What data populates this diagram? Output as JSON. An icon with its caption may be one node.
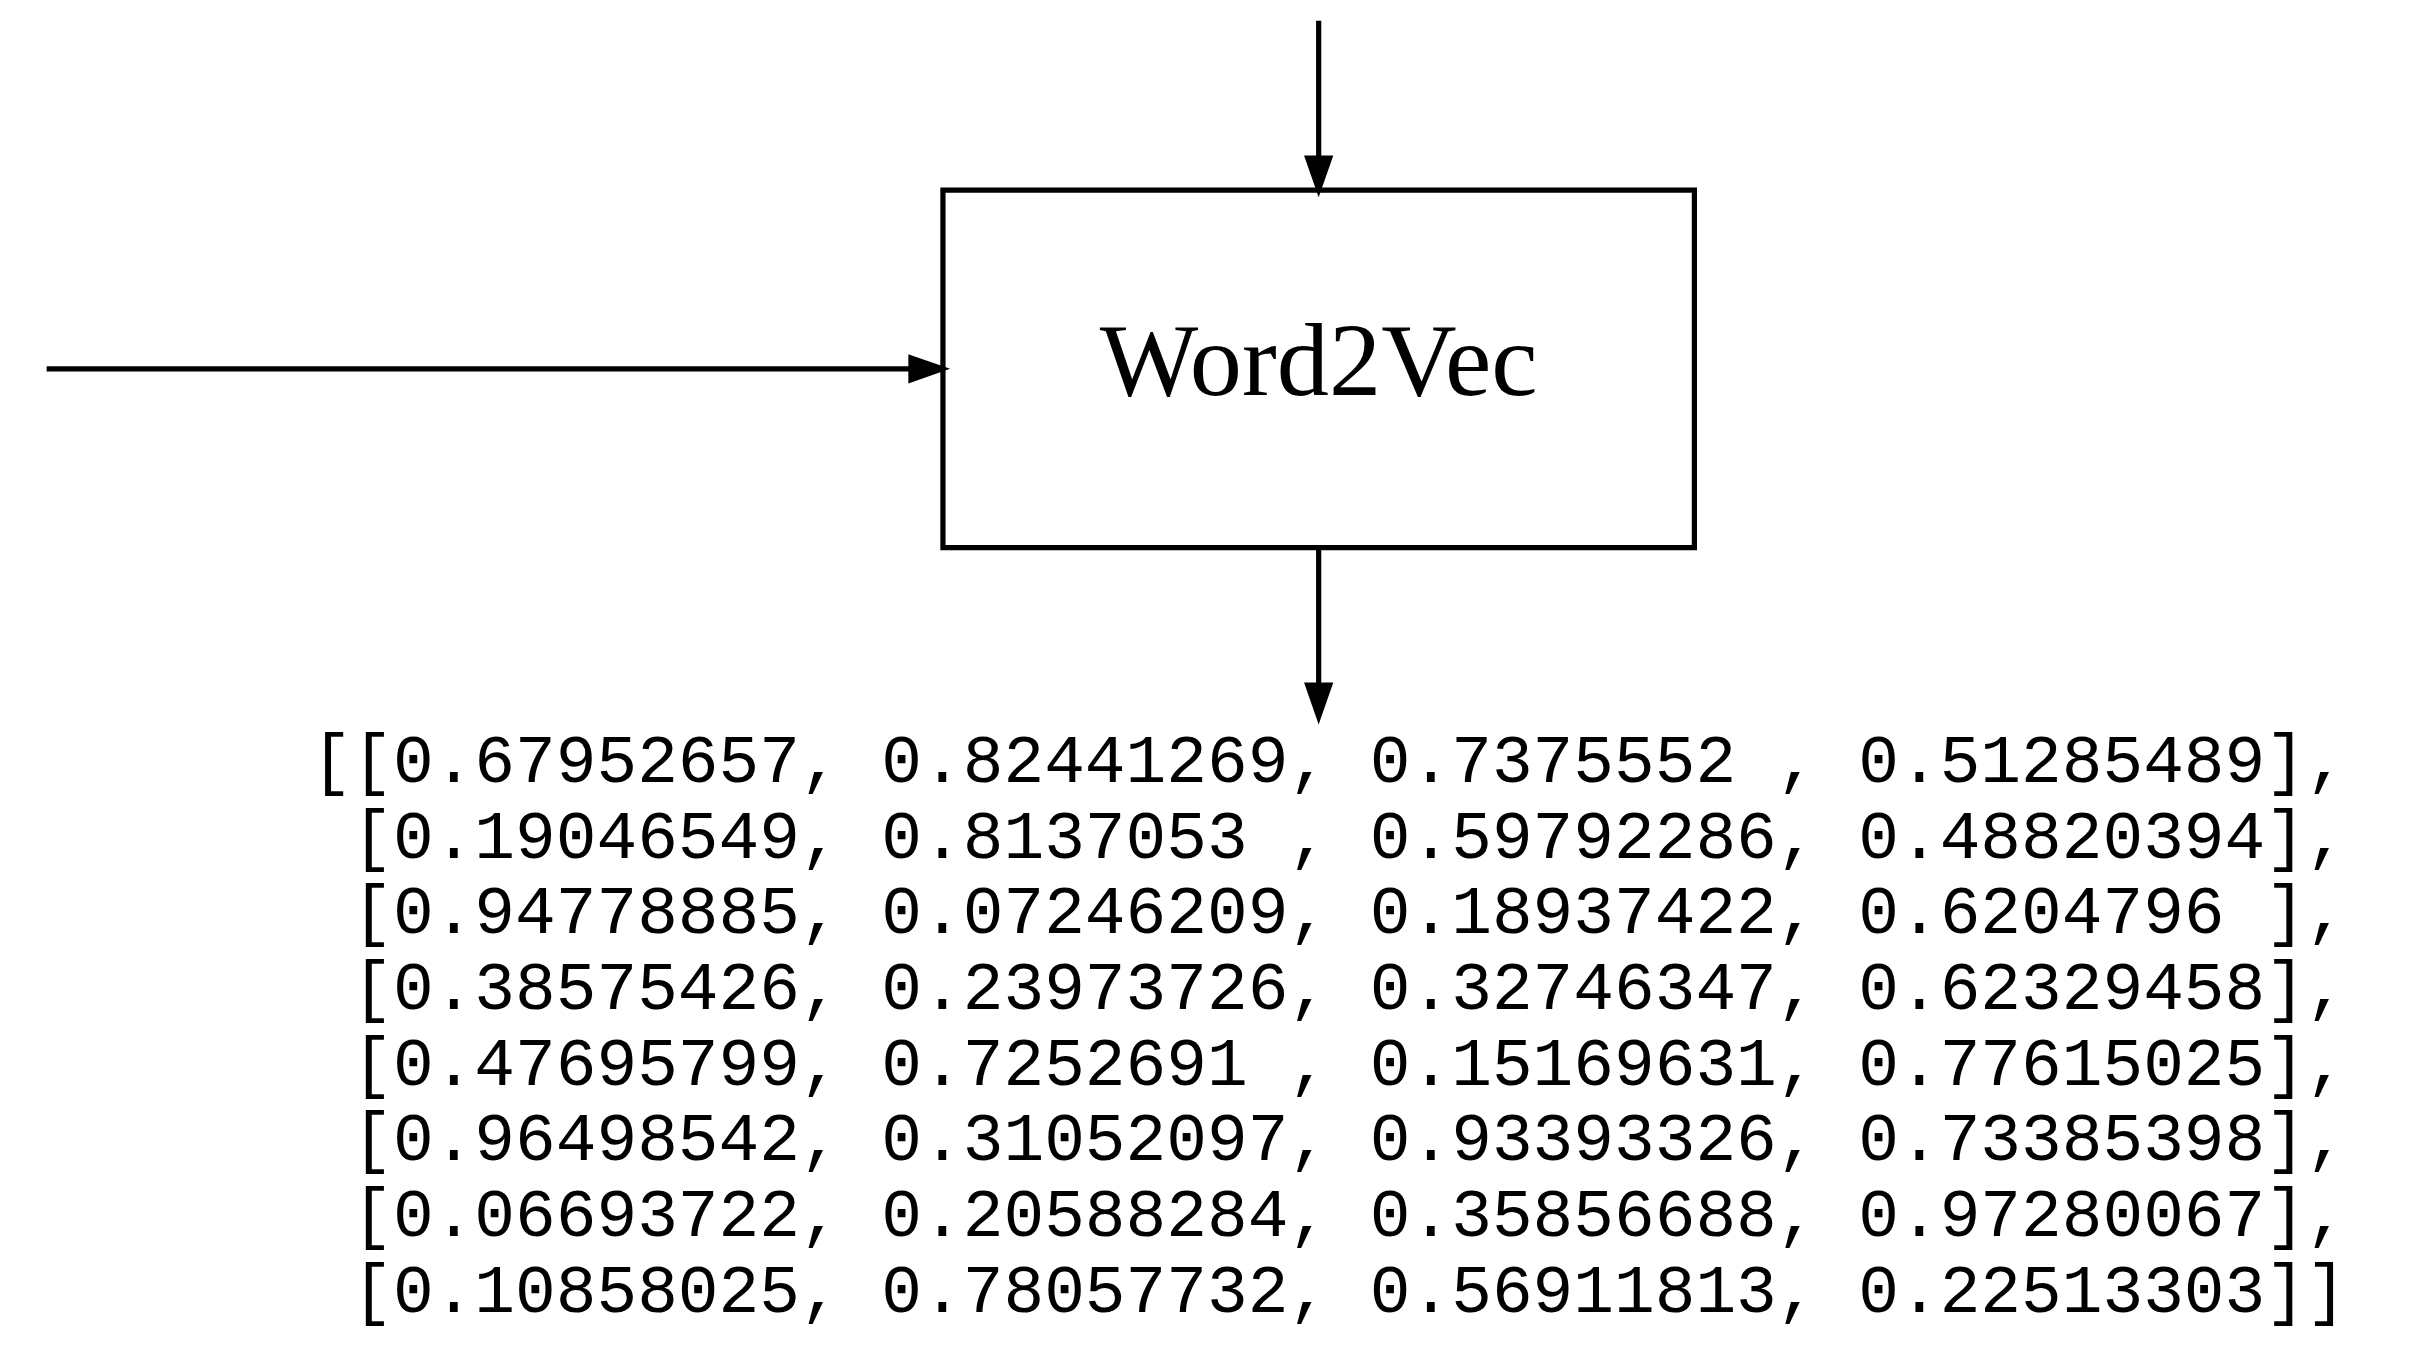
{
  "diagram": {
    "nodes": [
      {
        "text": [
          "Word2Vec"
        ]
      },
      {
        "text": [
          "[[0.67952657, 0.82441269, 0.7375552 , 0.51285489],",
          "[0.19046549, 0.8137053 , 0.59792286, 0.48820394],",
          "[0.94778885, 0.07246209, 0.18937422, 0.6204796 ],",
          "[0.38575426, 0.23973726, 0.32746347, 0.62329458],",
          "[0.47695799, 0.7252691 , 0.15169631, 0.77615025],",
          "[0.96498542, 0.31052097, 0.93393326, 0.73385398],",
          "[0.06693722, 0.20588284, 0.35856688, 0.97280067],",
          "[0.10858025, 0.78057732, 0.56911813, 0.22513303]]"
        ]
      }
    ],
    "edges": [
      {
        "from": null,
        "to": 0,
        "arrow": "to"
      },
      {
        "from": null,
        "to": 0,
        "arrow": "to"
      },
      {
        "from": 0,
        "to": 1,
        "arrow": "to"
      }
    ]
  }
}
